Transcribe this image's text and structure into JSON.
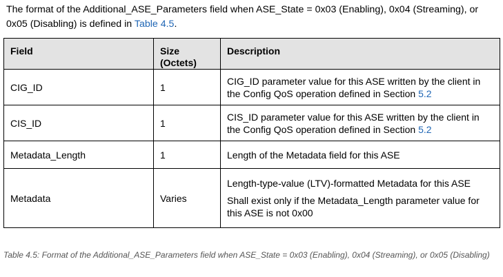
{
  "intro": {
    "text": "The format of the Additional_ASE_Parameters field when ASE_State = 0x03 (Enabling), 0x04 (Streaming), or 0x05 (Disabling) is defined in ",
    "link": "Table 4.5",
    "end": "."
  },
  "table": {
    "headers": {
      "field": "Field",
      "size_line1": "Size",
      "size_line2": "(Octets)",
      "description": "Description"
    },
    "rows": [
      {
        "field": "CIG_ID",
        "size": "1",
        "desc_text": "CIG_ID parameter value for this ASE written by the client in the Config QoS operation defined in Section ",
        "desc_link": "5.2"
      },
      {
        "field": "CIS_ID",
        "size": "1",
        "desc_text": "CIS_ID parameter value for this ASE written by the client in the Config QoS operation defined in Section ",
        "desc_link": "5.2"
      },
      {
        "field": "Metadata_Length",
        "size": "1",
        "desc_text": "Length of the Metadata field for this ASE"
      },
      {
        "field": "Metadata",
        "size": "Varies",
        "desc_p1": "Length-type-value (LTV)-formatted Metadata for this ASE",
        "desc_p2": "Shall exist only if the Metadata_Length parameter value for this ASE is not 0x00"
      }
    ]
  },
  "caption": "Table 4.5: Format of the Additional_ASE_Parameters field when ASE_State = 0x03 (Enabling), 0x04 (Streaming), or 0x05 (Disabling)",
  "colors": {
    "link": "#1f66b5",
    "header_bg": "#e3e3e3",
    "caption": "#555555"
  }
}
